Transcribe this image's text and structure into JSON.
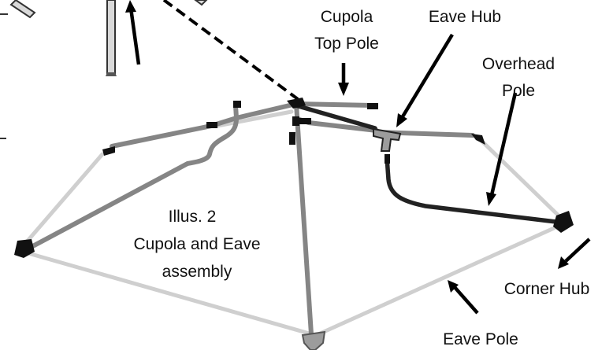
{
  "labels": {
    "cupola_top_pole": [
      "Cupola",
      "Top Pole"
    ],
    "eave_hub": "Eave Hub",
    "overhead_pole": [
      "Overhead",
      "Pole"
    ],
    "corner_hub": "Corner Hub",
    "eave_pole": "Eave Pole",
    "caption": [
      "Illus. 2",
      "Cupola and Eave",
      "assembly"
    ]
  },
  "colors": {
    "eave_pole": "#cfcfcf",
    "frame_pole": "#858585",
    "overhead_pole": "#222222",
    "hub": "#111111",
    "arrow": "#000000"
  }
}
